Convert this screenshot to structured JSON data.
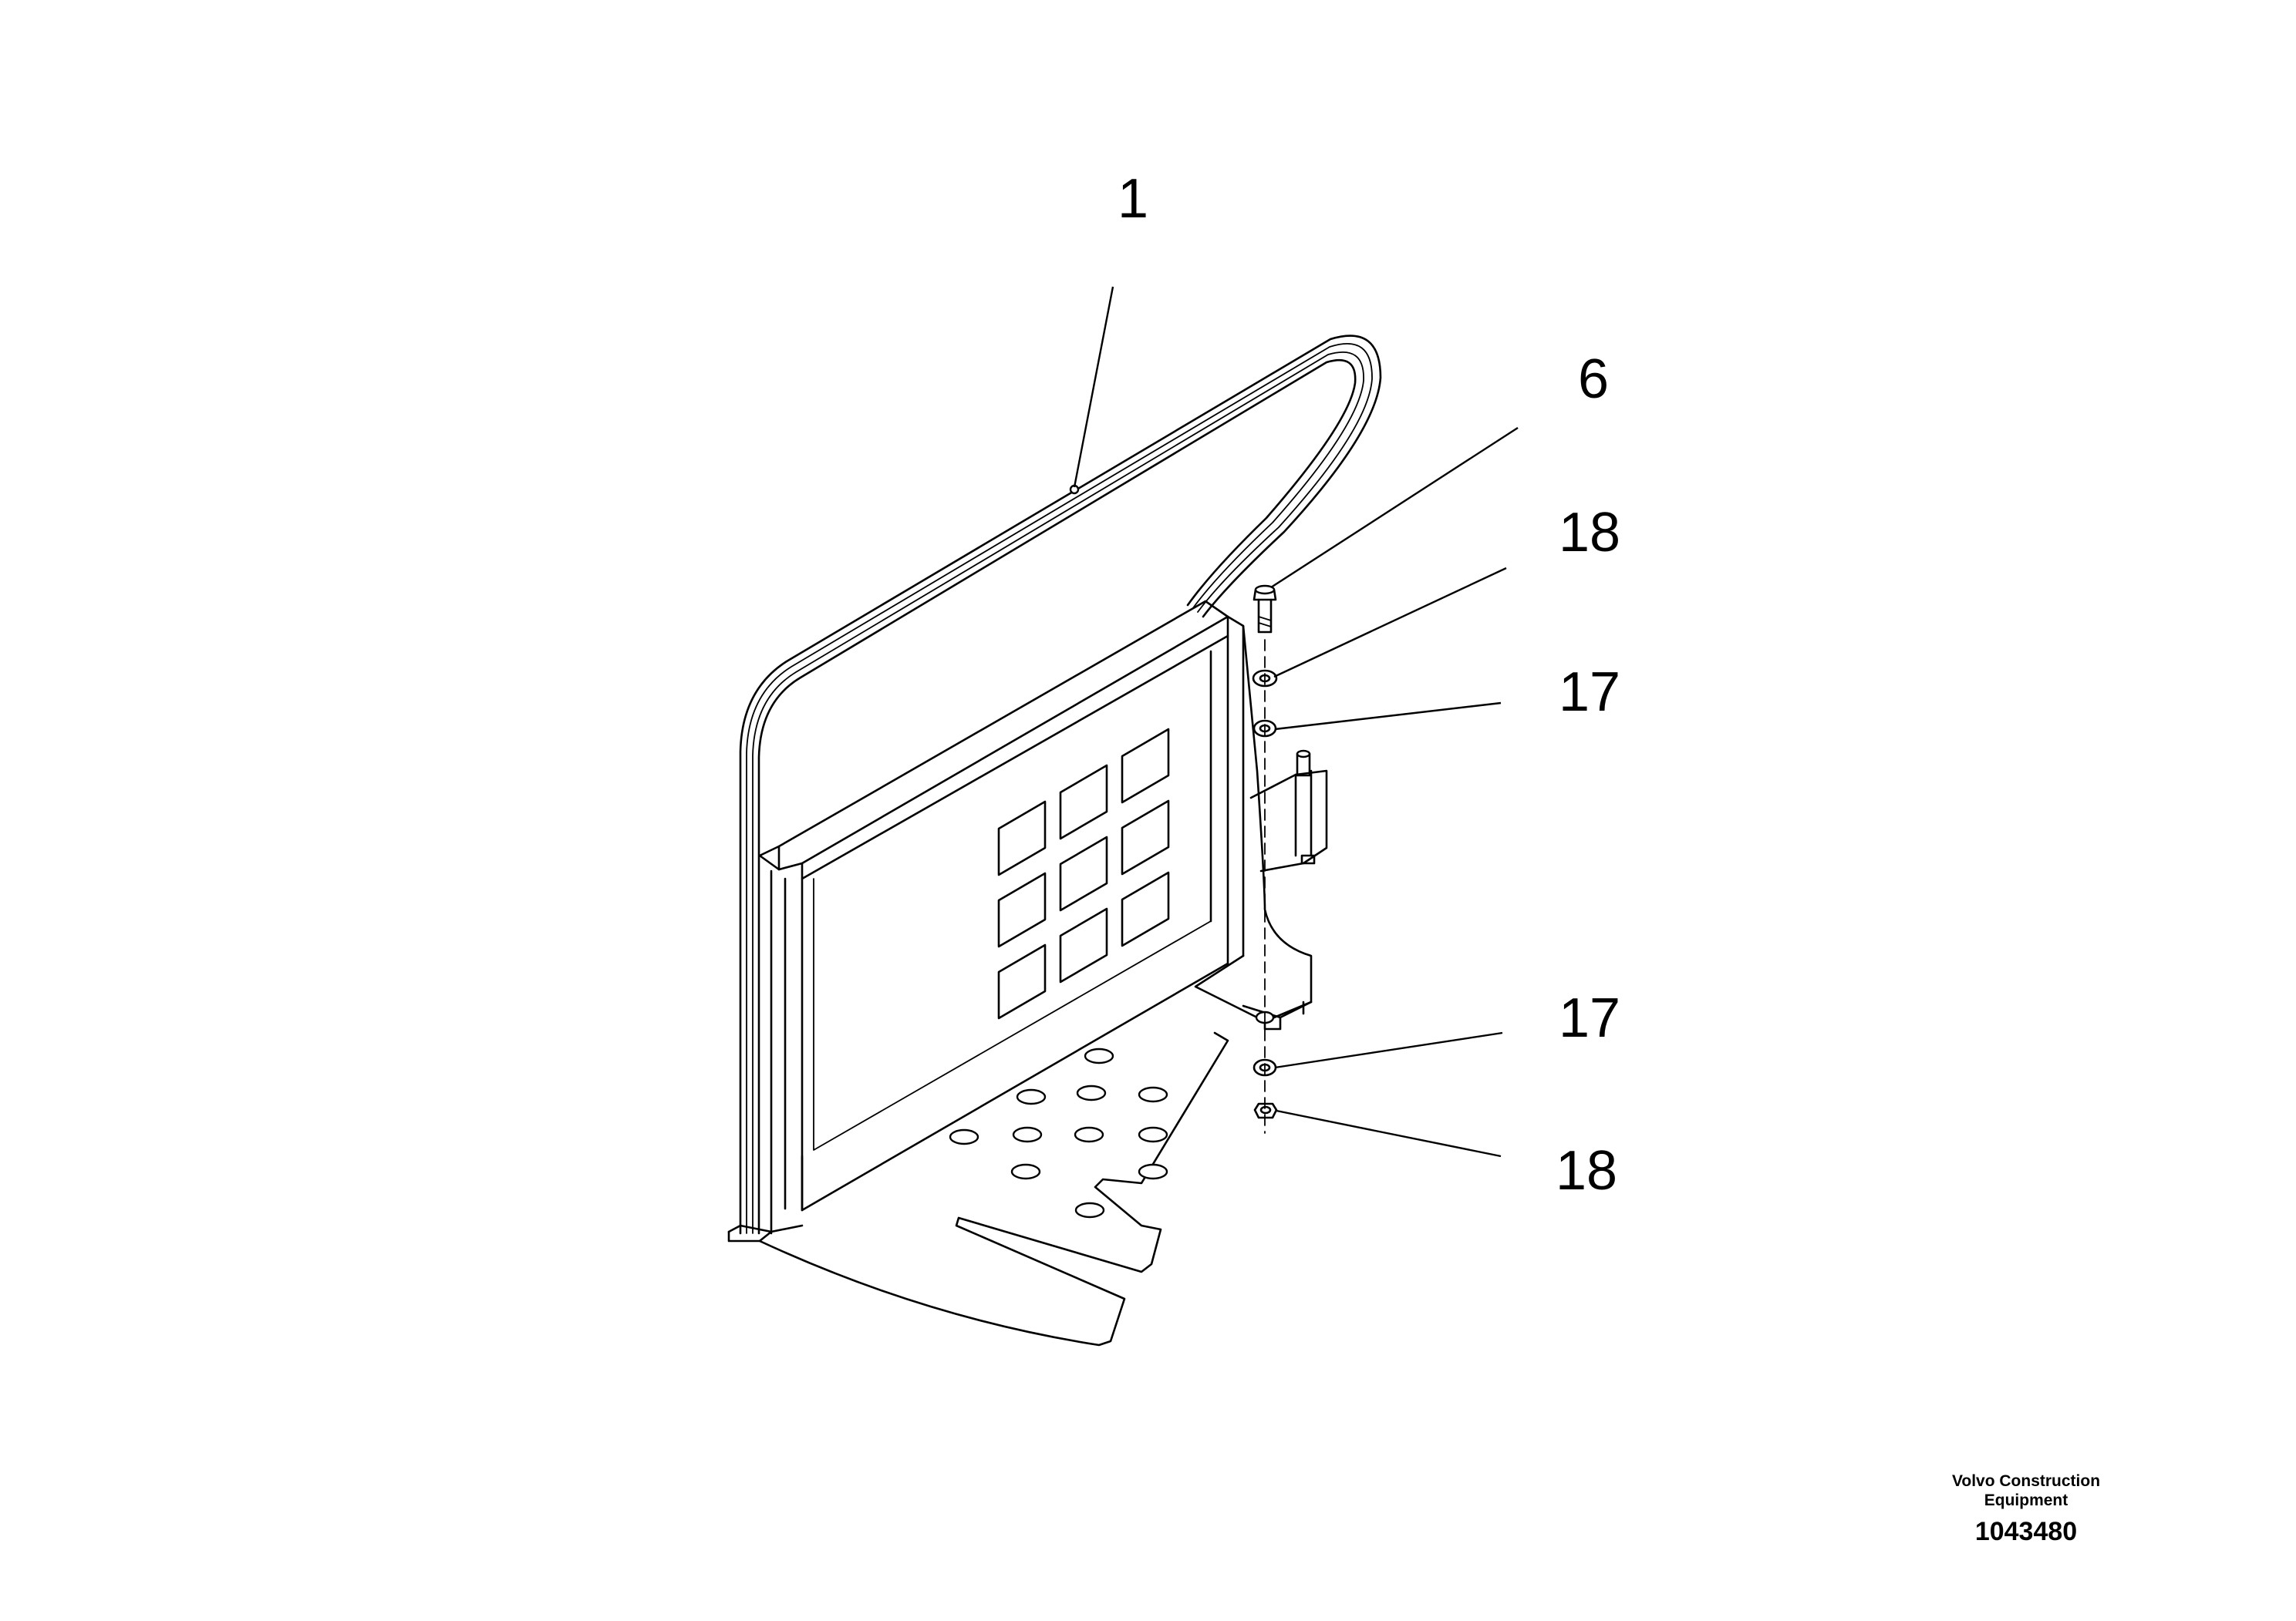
{
  "callouts": {
    "c1": "1",
    "c6": "6",
    "c18_top": "18",
    "c17_top": "17",
    "c17_bottom": "17",
    "c18_bottom": "18"
  },
  "footer": {
    "company_line1": "Volvo Construction",
    "company_line2": "Equipment",
    "drawing_number": "1043480"
  }
}
